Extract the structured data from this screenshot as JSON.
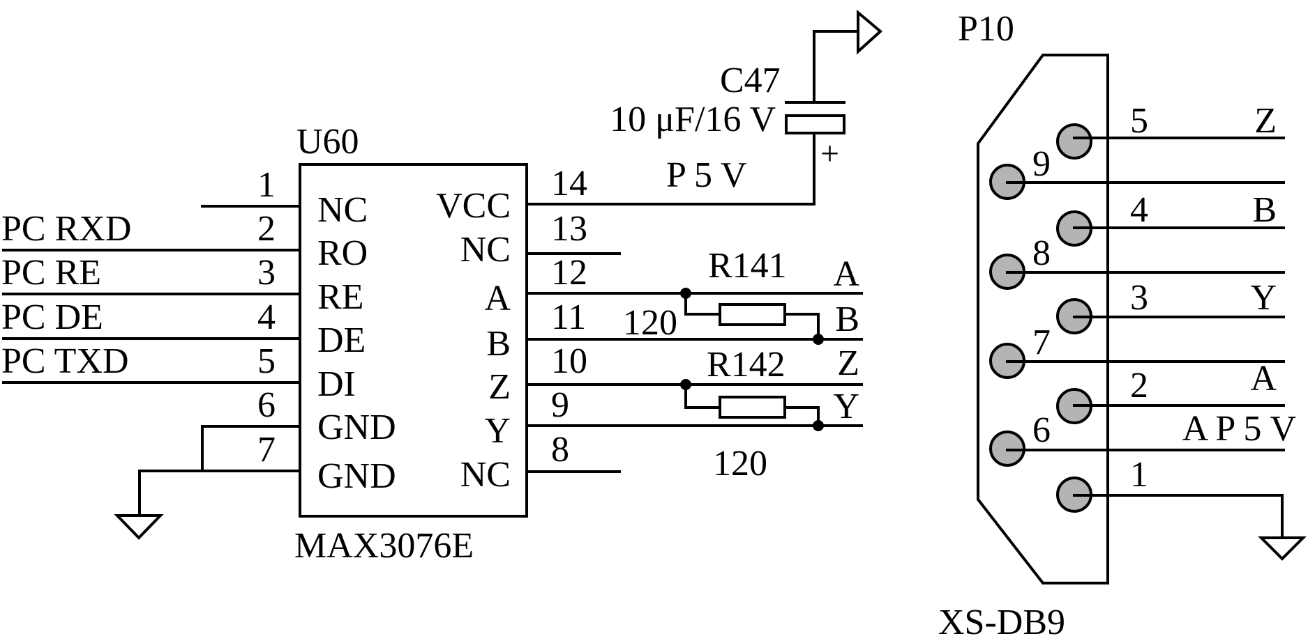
{
  "u60": {
    "ref": "U60",
    "part": "MAX3076E",
    "left_pins": [
      {
        "num": "1",
        "name": "NC",
        "net": ""
      },
      {
        "num": "2",
        "name": "RO",
        "net": "PC RXD"
      },
      {
        "num": "3",
        "name": "RE",
        "net": "PC RE"
      },
      {
        "num": "4",
        "name": "DE",
        "net": "PC DE"
      },
      {
        "num": "5",
        "name": "DI",
        "net": "PC TXD"
      },
      {
        "num": "6",
        "name": "GND",
        "net": ""
      },
      {
        "num": "7",
        "name": "GND",
        "net": ""
      }
    ],
    "right_pins": [
      {
        "num": "14",
        "name": "VCC"
      },
      {
        "num": "13",
        "name": "NC"
      },
      {
        "num": "12",
        "name": "A"
      },
      {
        "num": "11",
        "name": "B"
      },
      {
        "num": "10",
        "name": "Z"
      },
      {
        "num": "9",
        "name": "Y"
      },
      {
        "num": "8",
        "name": "NC"
      }
    ]
  },
  "c47": {
    "ref": "C47",
    "value": "10 μF/16 V",
    "polarity": "+",
    "net": "P 5 V"
  },
  "r141": {
    "ref": "R141",
    "value": "120",
    "net_top": "A",
    "net_bottom": "B"
  },
  "r142": {
    "ref": "R142",
    "value": "120",
    "net_top": "Z",
    "net_bottom": "Y"
  },
  "p10": {
    "ref": "P10",
    "part": "XS-DB9",
    "pins": [
      {
        "num": "5",
        "net": "Z"
      },
      {
        "num": "9",
        "net": ""
      },
      {
        "num": "4",
        "net": "B"
      },
      {
        "num": "8",
        "net": ""
      },
      {
        "num": "3",
        "net": "Y"
      },
      {
        "num": "7",
        "net": ""
      },
      {
        "num": "2",
        "net": "A"
      },
      {
        "num": "6",
        "net": "A P 5 V"
      },
      {
        "num": "1",
        "net": ""
      }
    ]
  }
}
